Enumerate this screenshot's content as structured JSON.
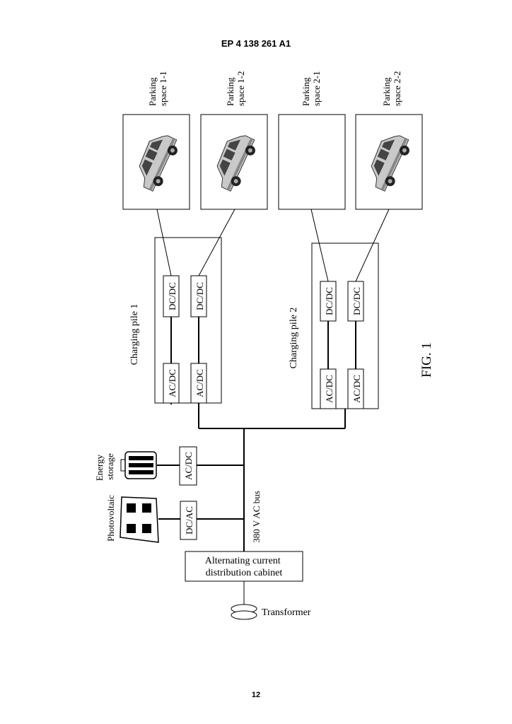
{
  "header": {
    "doc_number": "EP 4 138 261 A1"
  },
  "page_number": "12",
  "figure_label": "FIG. 1",
  "parking_spaces": [
    {
      "line1": "Parking",
      "line2": "space 1-1",
      "occupied": true
    },
    {
      "line1": "Parking",
      "line2": "space 1-2",
      "occupied": true
    },
    {
      "line1": "Parking",
      "line2": "space 2-1",
      "occupied": false
    },
    {
      "line1": "Parking",
      "line2": "space 2-2",
      "occupied": true
    }
  ],
  "charging_piles": [
    {
      "label": "Charging pile 1",
      "ac_dc": "AC/DC",
      "dc_dc": "DC/DC"
    },
    {
      "label": "Charging pile 2",
      "ac_dc": "AC/DC",
      "dc_dc": "DC/DC"
    }
  ],
  "energy_storage": {
    "line1": "Energy",
    "line2": "storage",
    "converter": "AC/DC"
  },
  "photovoltaic": {
    "label": "Photovoltaic",
    "converter": "DC/AC"
  },
  "bus_label": "380 V AC bus",
  "cabinet": {
    "line1": "Alternating current",
    "line2": "distribution cabinet"
  },
  "transformer": "Transformer"
}
